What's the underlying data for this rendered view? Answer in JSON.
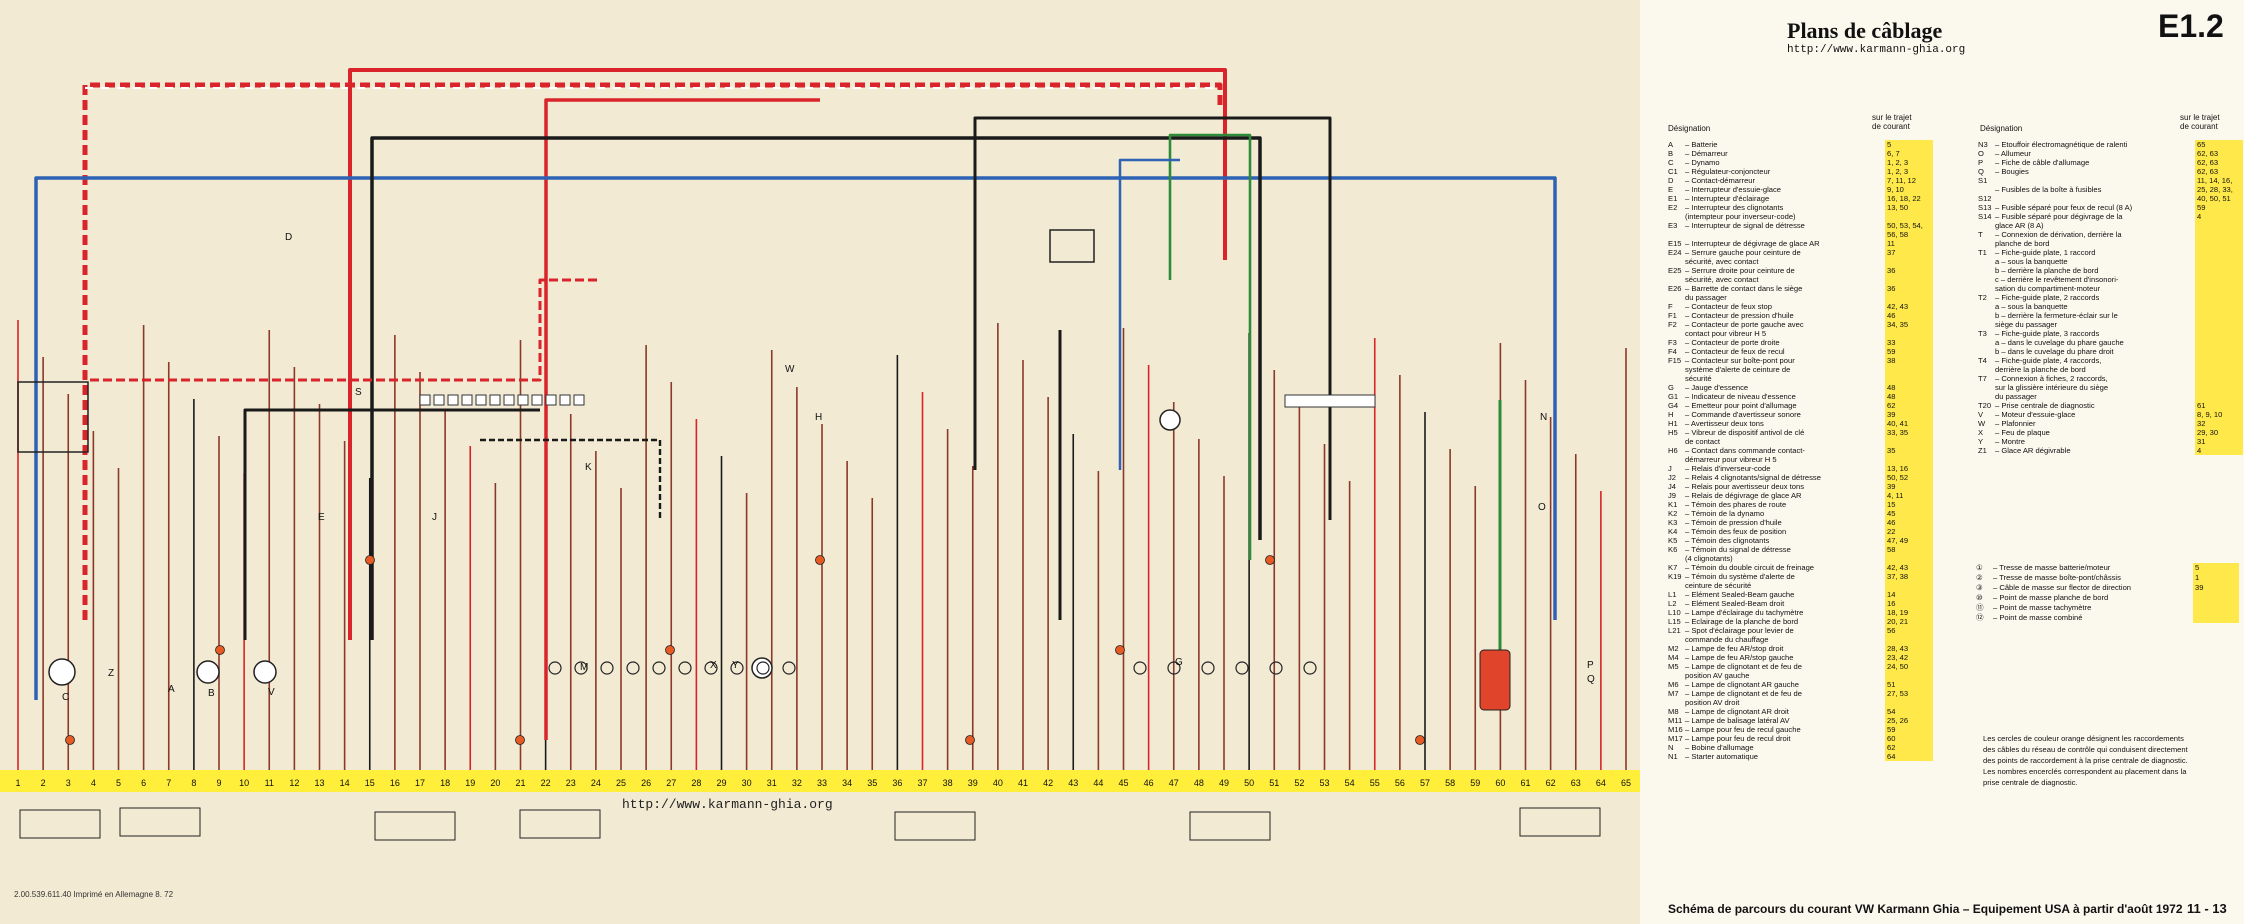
{
  "title": "Plans de câblage",
  "code": "E1.2",
  "url": "http://www.karmann-ghia.org",
  "url_mid": "http://www.karmann-ghia.org",
  "print_code": "2.00.539.611.40  Imprimé en Allemagne 8. 72",
  "headers": {
    "designation": "Désignation",
    "trajet": "sur le trajet de courant"
  },
  "col1": [
    {
      "c": "A",
      "d": "– Batterie",
      "p": "5"
    },
    {
      "c": "B",
      "d": "– Démarreur",
      "p": "6, 7"
    },
    {
      "c": "C",
      "d": "– Dynamo",
      "p": "1, 2, 3"
    },
    {
      "c": "C1",
      "d": "– Régulateur-conjoncteur",
      "p": "1, 2, 3"
    },
    {
      "c": "D",
      "d": "– Contact-démarreur",
      "p": "7, 11, 12"
    },
    {
      "c": "E",
      "d": "– Interrupteur d'essuie-glace",
      "p": "9, 10"
    },
    {
      "c": "E1",
      "d": "– Interrupteur d'éclairage",
      "p": "16, 18, 22"
    },
    {
      "c": "E2",
      "d": "– Interrupteur des clignotants",
      "p": "13, 50"
    },
    {
      "c": "",
      "d": "(intempteur pour inverseur-code)",
      "p": ""
    },
    {
      "c": "E3",
      "d": "– Interrupteur de signal de détresse",
      "p": "50, 53, 54,"
    },
    {
      "c": "",
      "d": "",
      "p": "56, 58"
    },
    {
      "c": "E15",
      "d": "– Interrupteur de dégivrage de glace AR",
      "p": "11"
    },
    {
      "c": "E24",
      "d": "– Serrure gauche pour ceinture de",
      "p": "37"
    },
    {
      "c": "",
      "d": "sécurité, avec contact",
      "p": ""
    },
    {
      "c": "E25",
      "d": "– Serrure droite pour ceinture de",
      "p": "36"
    },
    {
      "c": "",
      "d": "sécurité, avec contact",
      "p": ""
    },
    {
      "c": "E26",
      "d": "– Barrette de contact dans le siège",
      "p": "36"
    },
    {
      "c": "",
      "d": "du passager",
      "p": ""
    },
    {
      "c": "F",
      "d": "– Contacteur de feux stop",
      "p": "42, 43"
    },
    {
      "c": "F1",
      "d": "– Contacteur de pression d'huile",
      "p": "46"
    },
    {
      "c": "F2",
      "d": "– Contacteur de porte gauche avec",
      "p": "34, 35"
    },
    {
      "c": "",
      "d": "contact pour vibreur H 5",
      "p": ""
    },
    {
      "c": "F3",
      "d": "– Contacteur de porte droite",
      "p": "33"
    },
    {
      "c": "F4",
      "d": "– Contacteur de feux de recul",
      "p": "59"
    },
    {
      "c": "F15",
      "d": "– Contacteur sur boîte-pont pour",
      "p": "38"
    },
    {
      "c": "",
      "d": "système d'alerte de ceinture de",
      "p": ""
    },
    {
      "c": "",
      "d": "sécurité",
      "p": ""
    },
    {
      "c": "G",
      "d": "– Jauge d'essence",
      "p": "48"
    },
    {
      "c": "G1",
      "d": "– Indicateur de niveau d'essence",
      "p": "48"
    },
    {
      "c": "G4",
      "d": "– Emetteur pour point d'allumage",
      "p": "62"
    },
    {
      "c": "H",
      "d": "– Commande d'avertisseur sonore",
      "p": "39"
    },
    {
      "c": "H1",
      "d": "– Avertisseur deux tons",
      "p": "40, 41"
    },
    {
      "c": "H5",
      "d": "– Vibreur de dispositif antivol de clé",
      "p": "33, 35"
    },
    {
      "c": "",
      "d": "de contact",
      "p": ""
    },
    {
      "c": "H6",
      "d": "– Contact dans commande contact-",
      "p": "35"
    },
    {
      "c": "",
      "d": "démarreur pour vibreur H 5",
      "p": ""
    },
    {
      "c": "J",
      "d": "– Relais d'inverseur-code",
      "p": "13, 16"
    },
    {
      "c": "J2",
      "d": "– Relais 4 clignotants/signal de détresse",
      "p": "50, 52"
    },
    {
      "c": "J4",
      "d": "– Relais pour avertisseur deux tons",
      "p": "39"
    },
    {
      "c": "J9",
      "d": "– Relais de dégivrage de glace AR",
      "p": "4, 11"
    },
    {
      "c": "K1",
      "d": "– Témoin des phares de route",
      "p": "15"
    },
    {
      "c": "K2",
      "d": "– Témoin de la dynamo",
      "p": "45"
    },
    {
      "c": "K3",
      "d": "– Témoin de pression d'huile",
      "p": "46"
    },
    {
      "c": "K4",
      "d": "– Témoin des feux de position",
      "p": "22"
    },
    {
      "c": "K5",
      "d": "– Témoin des clignotants",
      "p": "47, 49"
    },
    {
      "c": "K6",
      "d": "– Témoin du signal de détresse",
      "p": "58"
    },
    {
      "c": "",
      "d": "(4 clignotants)",
      "p": ""
    },
    {
      "c": "K7",
      "d": "– Témoin du double circuit de freinage",
      "p": "42, 43"
    },
    {
      "c": "K19",
      "d": "– Témoin du système d'alerte de",
      "p": "37, 38"
    },
    {
      "c": "",
      "d": "ceinture de sécurité",
      "p": ""
    },
    {
      "c": "L1",
      "d": "– Elément Sealed-Beam gauche",
      "p": "14"
    },
    {
      "c": "L2",
      "d": "– Elément Sealed-Beam droit",
      "p": "16"
    },
    {
      "c": "L10",
      "d": "– Lampe d'éclairage du tachymètre",
      "p": "18, 19"
    },
    {
      "c": "L15",
      "d": "– Eclairage de la planche de bord",
      "p": "20, 21"
    },
    {
      "c": "L21",
      "d": "– Spot d'éclairage pour levier de",
      "p": "56"
    },
    {
      "c": "",
      "d": "commande du chauffage",
      "p": ""
    },
    {
      "c": "M2",
      "d": "– Lampe de feu AR/stop droit",
      "p": "28, 43"
    },
    {
      "c": "M4",
      "d": "– Lampe de feu AR/stop gauche",
      "p": "23, 42"
    },
    {
      "c": "M5",
      "d": "– Lampe de clignotant et de feu de",
      "p": "24, 50"
    },
    {
      "c": "",
      "d": "position AV gauche",
      "p": ""
    },
    {
      "c": "M6",
      "d": "– Lampe de clignotant AR gauche",
      "p": "51"
    },
    {
      "c": "M7",
      "d": "– Lampe de clignotant et de feu de",
      "p": "27, 53"
    },
    {
      "c": "",
      "d": "position AV droit",
      "p": ""
    },
    {
      "c": "M8",
      "d": "– Lampe de clignotant AR droit",
      "p": "54"
    },
    {
      "c": "M11",
      "d": "– Lampe de balisage latéral AV",
      "p": "25, 26"
    },
    {
      "c": "M16",
      "d": "– Lampe pour feu de recul gauche",
      "p": "59"
    },
    {
      "c": "M17",
      "d": "– Lampe pour feu de recul droit",
      "p": "60"
    },
    {
      "c": "N",
      "d": "– Bobine d'allumage",
      "p": "62"
    },
    {
      "c": "N1",
      "d": "– Starter automatique",
      "p": "64"
    }
  ],
  "col2": [
    {
      "c": "N3",
      "d": "– Etouffoir électromagnétique de ralenti",
      "p": "65"
    },
    {
      "c": "O",
      "d": "– Allumeur",
      "p": "62, 63"
    },
    {
      "c": "P",
      "d": "– Fiche de câble d'allumage",
      "p": "62, 63"
    },
    {
      "c": "Q",
      "d": "– Bougies",
      "p": "62, 63"
    },
    {
      "c": "S1",
      "d": "",
      "p": "11, 14, 16,"
    },
    {
      "c": "",
      "d": "– Fusibles de la boîte à fusibles",
      "p": "25, 28, 33,"
    },
    {
      "c": "S12",
      "d": "",
      "p": "40, 50, 51"
    },
    {
      "c": "S13",
      "d": "– Fusible séparé pour feux de recul (8 A)",
      "p": "59"
    },
    {
      "c": "S14",
      "d": "– Fusible séparé pour dégivrage de la",
      "p": "4"
    },
    {
      "c": "",
      "d": "glace AR (8 A)",
      "p": ""
    },
    {
      "c": "T",
      "d": "– Connexion de dérivation, derrière la",
      "p": ""
    },
    {
      "c": "",
      "d": "planche de bord",
      "p": ""
    },
    {
      "c": "T1",
      "d": "– Fiche-guide plate, 1 raccord",
      "p": ""
    },
    {
      "c": "",
      "d": "a – sous la banquette",
      "p": ""
    },
    {
      "c": "",
      "d": "b – derrière la planche de bord",
      "p": ""
    },
    {
      "c": "",
      "d": "c – derrière le revêtement d'insonori-",
      "p": ""
    },
    {
      "c": "",
      "d": "sation du compartiment-moteur",
      "p": ""
    },
    {
      "c": "T2",
      "d": "– Fiche-guide plate, 2 raccords",
      "p": ""
    },
    {
      "c": "",
      "d": "a – sous la banquette",
      "p": ""
    },
    {
      "c": "",
      "d": "b – derrière la fermeture-éclair sur le",
      "p": ""
    },
    {
      "c": "",
      "d": "siège du passager",
      "p": ""
    },
    {
      "c": "T3",
      "d": "– Fiche-guide plate, 3 raccords",
      "p": ""
    },
    {
      "c": "",
      "d": "a – dans le cuvelage du phare gauche",
      "p": ""
    },
    {
      "c": "",
      "d": "b – dans le cuvelage du phare droit",
      "p": ""
    },
    {
      "c": "T4",
      "d": "– Fiche-guide plate, 4 raccords,",
      "p": ""
    },
    {
      "c": "",
      "d": "derrière la planche de bord",
      "p": ""
    },
    {
      "c": "T7",
      "d": "– Connexion à fiches, 2 raccords,",
      "p": ""
    },
    {
      "c": "",
      "d": "sur la glissière intérieure du siège",
      "p": ""
    },
    {
      "c": "",
      "d": "du passager",
      "p": ""
    },
    {
      "c": "T20",
      "d": "– Prise centrale de diagnostic",
      "p": "61"
    },
    {
      "c": "V",
      "d": "– Moteur d'essuie-glace",
      "p": "8, 9, 10"
    },
    {
      "c": "W",
      "d": "– Plafonnier",
      "p": "32"
    },
    {
      "c": "X",
      "d": "– Feu de plaque",
      "p": "29, 30"
    },
    {
      "c": "Y",
      "d": "– Montre",
      "p": "31"
    },
    {
      "c": "Z1",
      "d": "– Glace AR dégivrable",
      "p": "4"
    }
  ],
  "ground": [
    {
      "c": "①",
      "d": "– Tresse de masse batterie/moteur",
      "p": "5"
    },
    {
      "c": "②",
      "d": "– Tresse de masse boîte-pont/châssis",
      "p": "1"
    },
    {
      "c": "③",
      "d": "– Câble de masse sur flector de direction",
      "p": "39"
    },
    {
      "c": "⑩",
      "d": "– Point de masse planche de bord",
      "p": ""
    },
    {
      "c": "⑪",
      "d": "– Point de masse tachymètre",
      "p": ""
    },
    {
      "c": "⑫",
      "d": "– Point de masse combiné",
      "p": ""
    }
  ],
  "note": "Les cercles de couleur orange désignent les raccordements des câbles du réseau de contrôle qui conduisent directement des points de raccordement à la prise centrale de diagnostic. Les nombres encerclés correspondent au placement dans la prise centrale de diagnostic.",
  "footer": "Schéma de parcours du courant VW Karmann Ghia – Equipement USA à partir d'août 1972",
  "page": "11 - 13",
  "track_numbers": [
    "1",
    "2",
    "3",
    "4",
    "5",
    "6",
    "7",
    "8",
    "9",
    "10",
    "11",
    "12",
    "13",
    "14",
    "15",
    "16",
    "17",
    "18",
    "19",
    "20",
    "21",
    "22",
    "23",
    "24",
    "25",
    "26",
    "27",
    "28",
    "29",
    "30",
    "31",
    "32",
    "33",
    "34",
    "35",
    "36",
    "37",
    "38",
    "39",
    "40",
    "41",
    "42",
    "43",
    "44",
    "45",
    "46",
    "47",
    "48",
    "49",
    "50",
    "51",
    "52",
    "53",
    "54",
    "55",
    "56",
    "57",
    "58",
    "59",
    "60",
    "61",
    "62",
    "63",
    "64",
    "65"
  ],
  "component_labels": [
    "D",
    "S",
    "J",
    "E",
    "V",
    "B",
    "A",
    "C",
    "Z",
    "G",
    "H",
    "K",
    "M",
    "W",
    "X",
    "Y",
    "O",
    "N",
    "P",
    "Q"
  ],
  "colors": {
    "red": "#d8242a",
    "blue": "#2d62b5",
    "black": "#1a1a1a",
    "green": "#2f8a3a",
    "yellow": "#ffee3a",
    "paper": "#f2ead3"
  }
}
